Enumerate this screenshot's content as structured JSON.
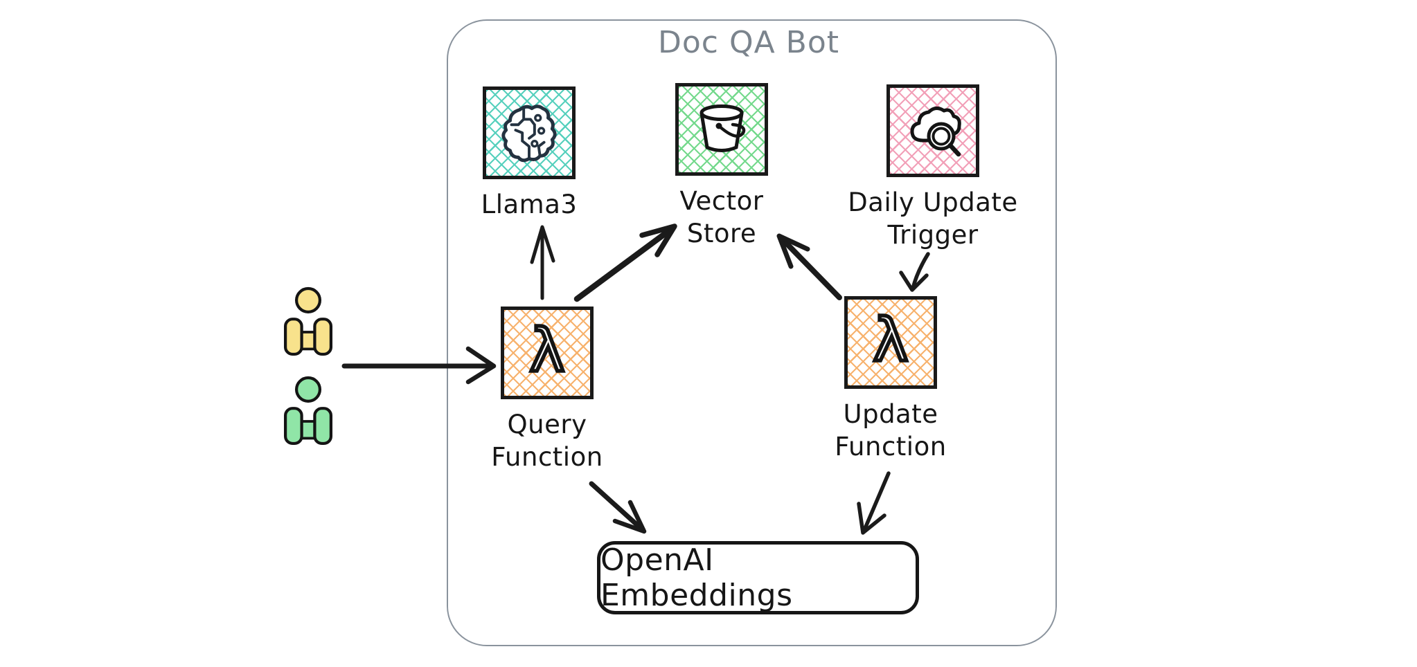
{
  "diagram": {
    "title": "Doc QA Bot",
    "nodes": {
      "llama3": {
        "label": "Llama3",
        "icon": "ai-brain-icon",
        "hatch": "teal"
      },
      "vector_store": {
        "label_lines": [
          "Vector",
          "Store"
        ],
        "icon": "bucket-icon",
        "hatch": "green"
      },
      "daily_update_trigger": {
        "label_lines": [
          "Daily Update",
          "Trigger"
        ],
        "icon": "cloud-search-icon",
        "hatch": "pink"
      },
      "query_function": {
        "label_lines": [
          "Query",
          "Function"
        ],
        "icon": "lambda-icon",
        "glyph": "λ",
        "hatch": "orange"
      },
      "update_function": {
        "label_lines": [
          "Update",
          "Function"
        ],
        "icon": "lambda-icon",
        "glyph": "λ",
        "hatch": "orange"
      },
      "openai_embeddings": {
        "label": "OpenAI Embeddings"
      },
      "users": {
        "yellow_user": "person-icon",
        "green_user": "person-icon"
      }
    },
    "edges": [
      {
        "from": "users",
        "to": "query_function"
      },
      {
        "from": "query_function",
        "to": "llama3"
      },
      {
        "from": "query_function",
        "to": "vector_store"
      },
      {
        "from": "query_function",
        "to": "openai_embeddings"
      },
      {
        "from": "daily_update_trigger",
        "to": "update_function"
      },
      {
        "from": "update_function",
        "to": "vector_store"
      },
      {
        "from": "update_function",
        "to": "openai_embeddings"
      }
    ],
    "colors": {
      "ink": "#1a1a1a",
      "container_border": "#8a939d",
      "title_gray": "#7b848d",
      "hatch_teal": "#56d0bd",
      "hatch_green": "#74d98c",
      "hatch_pink": "#f2a0b8",
      "hatch_orange": "#f7b26d",
      "user_yellow": "#f8e28c",
      "user_green": "#90e5a7",
      "brain_stroke": "#243240"
    }
  }
}
